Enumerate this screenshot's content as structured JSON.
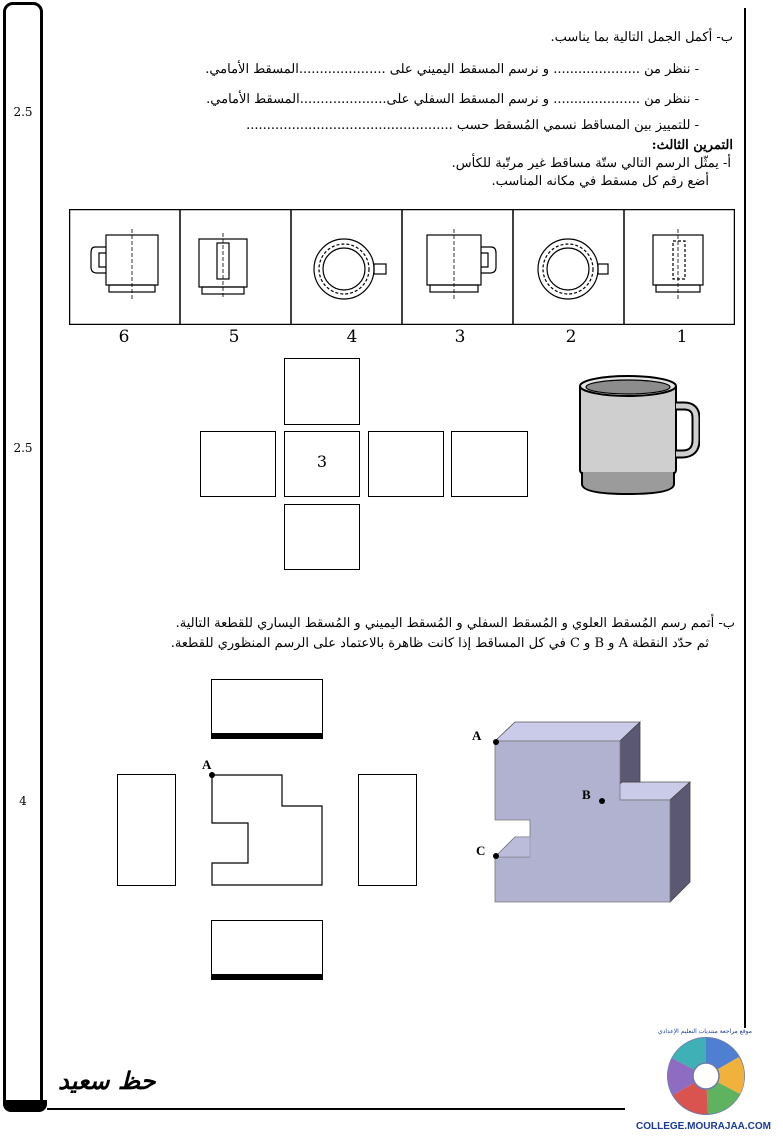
{
  "scores": [
    "2.5",
    "2.5",
    "4"
  ],
  "part_b1": {
    "heading": "ب- أكمل الجمل التالية بما يناسب.",
    "line1": "- ننظر من ..................... و نرسم المسقط اليميني على .....................المسقط الأمامي.",
    "line2": "- ننظر من ..................... و نرسم المسقط السفلي على.....................المسقط الأمامي.",
    "line3": "- للتمييز بين المساقط نسمي المُسقط حسب .................................................."
  },
  "exercise3": {
    "title": "التمرين الثالث:",
    "a_line1": "أ- يمثّل الرسم التالي ستّة مساقط غير مرتّبة للكأس.",
    "a_line2": "أضع رقم كل مسقط في مكانه المناسب.",
    "view_numbers": [
      "6",
      "5",
      "4",
      "3",
      "2",
      "1"
    ],
    "center_number": "3"
  },
  "part_b2": {
    "line1": "ب- أتمم رسم المُسقط العلوي و المُسقط السفلي و المُسقط اليميني و المُسقط اليساري للقطعة التالية.",
    "line2": "ثم حدّد النقطة A و B و C في كل المساقط إذا كانت ظاهرة بالاعتماد على الرسم المنظوري للقطعة."
  },
  "points": {
    "a": "A",
    "b": "B",
    "c": "C",
    "a_front": "A"
  },
  "signature": "حظ سعيد",
  "footer_url": "COLLEGE.MOURAJAA.COM",
  "logo_text": "موقع مراجعة منتديات التعليم الإعدادي"
}
